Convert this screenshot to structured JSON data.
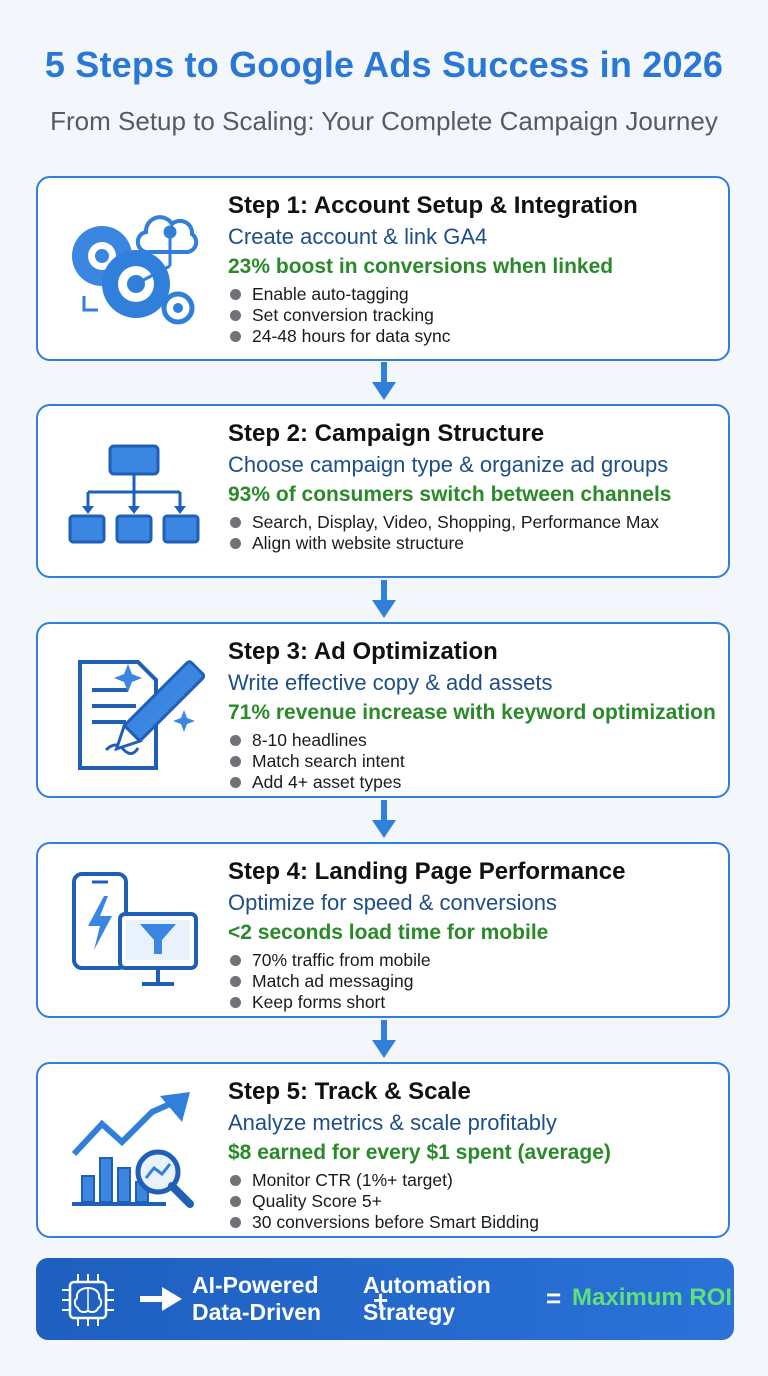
{
  "header": {
    "title": "5 Steps to Google Ads Success in 2026",
    "subtitle": "From Setup to Scaling: Your Complete Campaign Journey"
  },
  "colors": {
    "accent": "#2f7fdb",
    "stat_green": "#2a8a2a",
    "roi_green": "#5fe07a"
  },
  "steps": [
    {
      "icon": "gears-cloud-icon",
      "title": "Step 1: Account Setup & Integration",
      "subtitle": "Create account & link GA4",
      "stat": "23% boost in conversions when linked",
      "bullets": [
        "Enable auto-tagging",
        "Set conversion tracking",
        "24-48 hours for data sync"
      ]
    },
    {
      "icon": "hierarchy-icon",
      "title": "Step 2: Campaign Structure",
      "subtitle": "Choose campaign type & organize ad groups",
      "stat": "93% of consumers switch between channels",
      "bullets": [
        "Search, Display, Video, Shopping, Performance Max",
        "Align with website structure"
      ]
    },
    {
      "icon": "document-pencil-icon",
      "title": "Step 3: Ad Optimization",
      "subtitle": "Write effective copy & add assets",
      "stat": "71% revenue increase with keyword optimization",
      "bullets": [
        "8-10 headlines",
        "Match search intent",
        "Add 4+ asset types"
      ]
    },
    {
      "icon": "mobile-desktop-funnel-icon",
      "title": "Step 4: Landing Page Performance",
      "subtitle": "Optimize for speed & conversions",
      "stat": "<2 seconds load time for mobile",
      "bullets": [
        "70% traffic from mobile",
        "Match ad messaging",
        "Keep forms short"
      ]
    },
    {
      "icon": "growth-chart-magnifier-icon",
      "title": "Step 5: Track & Scale",
      "subtitle": "Analyze metrics & scale profitably",
      "stat": "$8 earned for every $1 spent (average)",
      "bullets": [
        "Monitor CTR (1%+ target)",
        "Quality Score 5+",
        "30 conversions before Smart Bidding"
      ]
    }
  ],
  "banner": {
    "icon": "ai-brain-chip-icon",
    "term1_line1": "AI-Powered",
    "term1_line2": "Data-Driven",
    "plus": "+",
    "term2_line1": "Automation",
    "term2_line2": "Strategy",
    "equals": "=",
    "result": "Maximum ROI"
  }
}
